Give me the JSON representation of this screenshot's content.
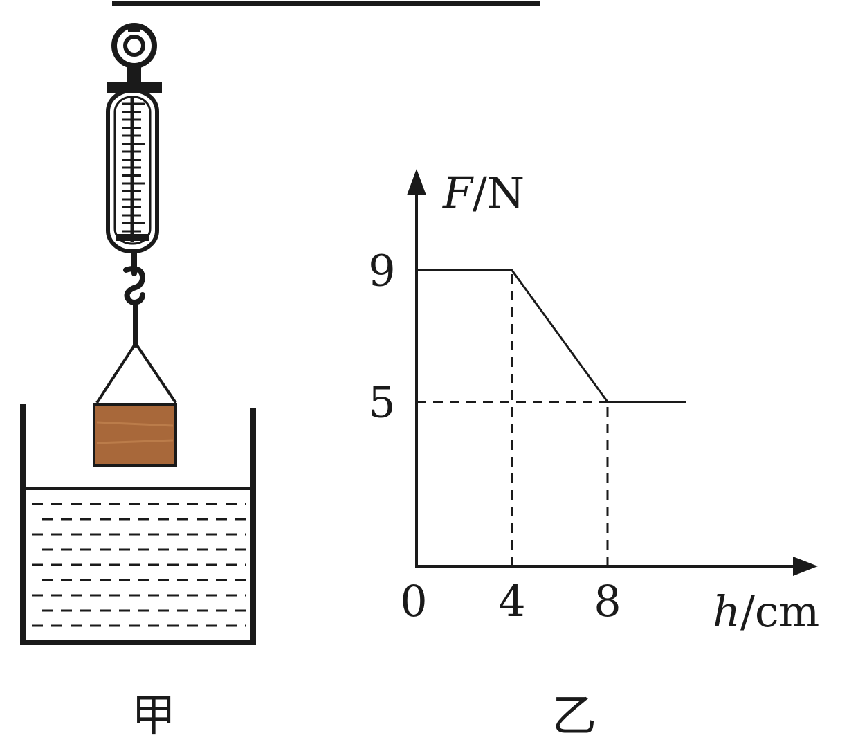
{
  "figure_left": {
    "caption": "甲",
    "colors": {
      "block": "#a8683a",
      "block_grain": "#c98a55",
      "ink": "#1a1a1a"
    }
  },
  "figure_right": {
    "caption": "乙",
    "y_axis_label_var": "F",
    "y_axis_label_unit": "/N",
    "x_axis_label_var": "h",
    "x_axis_label_unit": "/cm",
    "origin_label": "0",
    "x_ticks": [
      "4",
      "8"
    ],
    "y_ticks": [
      "9",
      "5"
    ]
  },
  "chart_data": {
    "type": "line",
    "x": [
      0,
      4,
      8,
      11.3
    ],
    "y": [
      9,
      9,
      5,
      5
    ],
    "xlabel": "h/cm",
    "ylabel": "F/N",
    "x_ticks": [
      0,
      4,
      8
    ],
    "y_ticks": [
      5,
      9
    ],
    "dashed_guides": [
      {
        "from": [
          4,
          0
        ],
        "to": [
          4,
          9
        ]
      },
      {
        "from": [
          8,
          0
        ],
        "to": [
          8,
          5
        ]
      },
      {
        "from": [
          0,
          5
        ],
        "to": [
          8,
          5
        ]
      }
    ],
    "grid": false
  }
}
